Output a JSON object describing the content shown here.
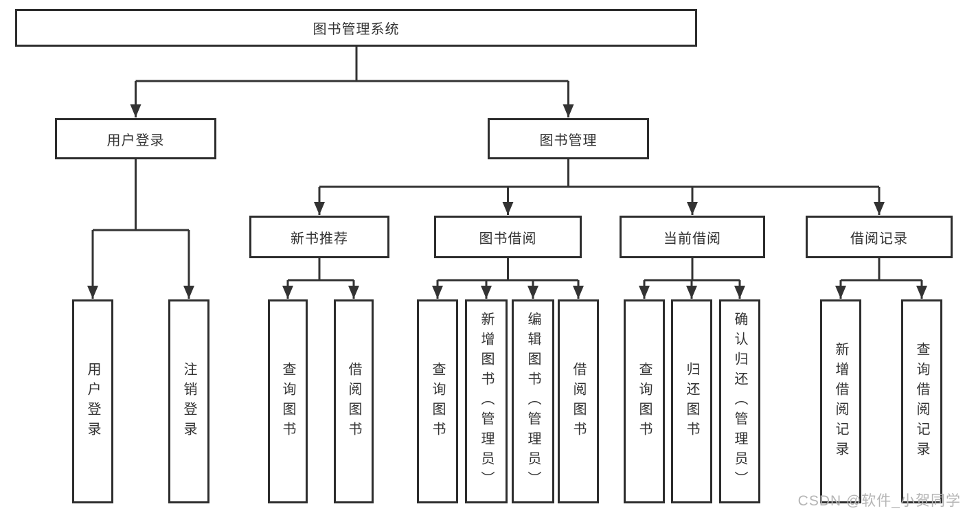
{
  "diagram": {
    "watermark": "CSDN @软件_小贺同学",
    "background": "#ffffff",
    "line_color": "#333333",
    "box_border_color": "#2d2d2d",
    "text_color": "#333333",
    "watermark_color": "#b5b5b5"
  },
  "nodes": {
    "root": "图书管理系统",
    "user_login": "用户登录",
    "book_mgmt": "图书管理",
    "leaf_user_login": "用户登录",
    "leaf_logout": "注销登录",
    "new_books": "新书推荐",
    "nb_query": "查询图书",
    "nb_borrow": "借阅图书",
    "book_borrow": "图书借阅",
    "bb_query": "查询图书",
    "bb_add": "新增图书（管理员）",
    "bb_edit": "编辑图书（管理员）",
    "bb_borrow": "借阅图书",
    "current_borrow": "当前借阅",
    "cb_query": "查询图书",
    "cb_return": "归还图书",
    "cb_confirm": "确认归还（管理员）",
    "borrow_records": "借阅记录",
    "br_add": "新增借阅记录",
    "br_query": "查询借阅记录"
  },
  "hierarchy": {
    "图书管理系统": {
      "用户登录": [
        "用户登录",
        "注销登录"
      ],
      "图书管理": {
        "新书推荐": [
          "查询图书",
          "借阅图书"
        ],
        "图书借阅": [
          "查询图书",
          "新增图书（管理员）",
          "编辑图书（管理员）",
          "借阅图书"
        ],
        "当前借阅": [
          "查询图书",
          "归还图书",
          "确认归还（管理员）"
        ],
        "借阅记录": [
          "新增借阅记录",
          "查询借阅记录"
        ]
      }
    }
  }
}
